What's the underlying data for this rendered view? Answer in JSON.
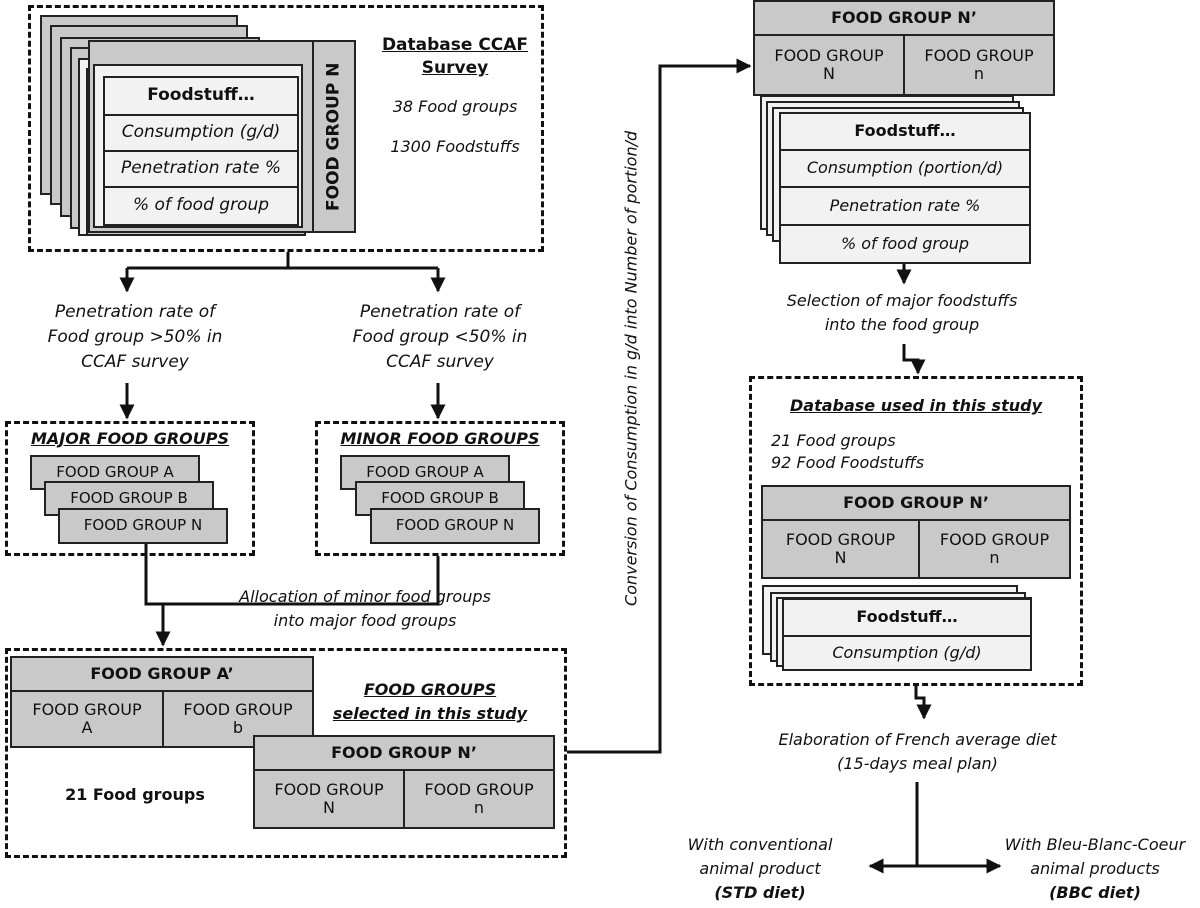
{
  "ccaf": {
    "title_line1": "Database CCAF",
    "title_line2": "Survey",
    "groups_count": "38 Food groups",
    "foodstuffs_count": "1300 Foodstuffs",
    "side_label": "FOOD GROUP N",
    "card_header": "Foodstuff…",
    "rows": [
      "Consumption (g/d)",
      "Penetration rate %",
      "% of food group"
    ]
  },
  "branch_left": [
    "Penetration rate of",
    "Food group >50%  in",
    "CCAF survey"
  ],
  "branch_right": [
    "Penetration rate of",
    "Food group <50%  in",
    "CCAF survey"
  ],
  "major": {
    "title": "MAJOR FOOD GROUPS",
    "items": [
      "FOOD GROUP A",
      "FOOD GROUP B",
      "FOOD GROUP N"
    ]
  },
  "minor": {
    "title": "MINOR FOOD GROUPS",
    "items": [
      "FOOD GROUP A",
      "FOOD GROUP B",
      "FOOD GROUP N"
    ]
  },
  "allocation": [
    "Allocation of minor food groups",
    "into major food groups"
  ],
  "selected": {
    "title_line1": "FOOD GROUPS",
    "title_line2": "selected in this study",
    "count": "21 Food groups",
    "group_a": {
      "header": "FOOD GROUP A’",
      "left": [
        "FOOD GROUP",
        "A"
      ],
      "right": [
        "FOOD GROUP",
        "b"
      ]
    },
    "group_n": {
      "header": "FOOD GROUP N’",
      "left": [
        "FOOD GROUP",
        "N"
      ],
      "right": [
        "FOOD GROUP",
        "n"
      ]
    }
  },
  "conversion": "Conversion of Consumption in g/d into Number of portion/d",
  "portion_db": {
    "header": "FOOD GROUP N’",
    "left": [
      "FOOD GROUP",
      "N"
    ],
    "right": [
      "FOOD GROUP",
      "n"
    ],
    "card_header": "Foodstuff…",
    "rows": [
      "Consumption (portion/d)",
      "Penetration rate %",
      "% of food group"
    ]
  },
  "selection": [
    "Selection of  major foodstuffs",
    "into the food group"
  ],
  "study_db": {
    "title": "Database used in this study",
    "groups_count": "21 Food groups",
    "foodstuffs_count": "92 Food Foodstuffs",
    "header": "FOOD GROUP N’",
    "left": [
      "FOOD GROUP",
      "N"
    ],
    "right": [
      "FOOD GROUP",
      "n"
    ],
    "card_header": "Foodstuff…",
    "row": "Consumption (g/d)"
  },
  "elaboration": [
    "Elaboration of French average diet",
    "(15-days meal plan)"
  ],
  "std": {
    "line1": "With conventional",
    "line2": "animal product",
    "label": "(STD diet)"
  },
  "bbc": {
    "line1": "With Bleu-Blanc-Coeur",
    "line2": "animal products",
    "label": "(BBC diet)"
  }
}
